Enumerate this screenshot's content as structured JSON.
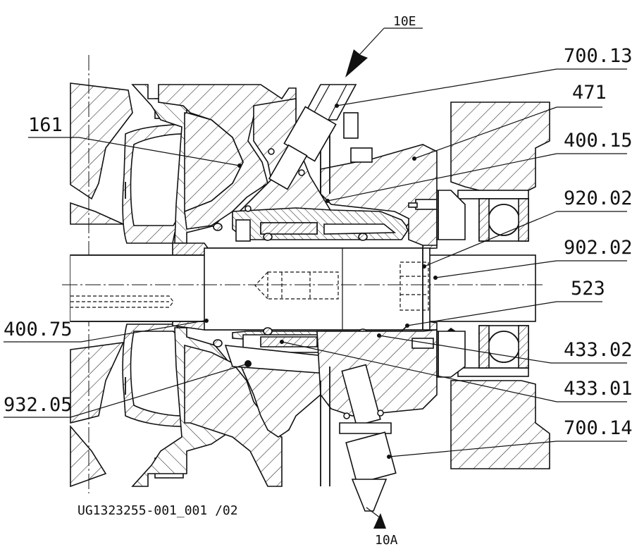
{
  "drawing_number": "UG1323255-001_001 /02",
  "labels": {
    "l_161": "161",
    "l_400_75": "400.75",
    "l_932_05": "932.05",
    "l_700_13": "700.13",
    "l_471": "471",
    "l_400_15": "400.15",
    "l_920_02": "920.02",
    "l_902_02": "902.02",
    "l_523": "523",
    "l_433_02": "433.02",
    "l_433_01": "433.01",
    "l_700_14": "700.14"
  },
  "flows": {
    "inlet": "10E",
    "outlet": "10A"
  }
}
